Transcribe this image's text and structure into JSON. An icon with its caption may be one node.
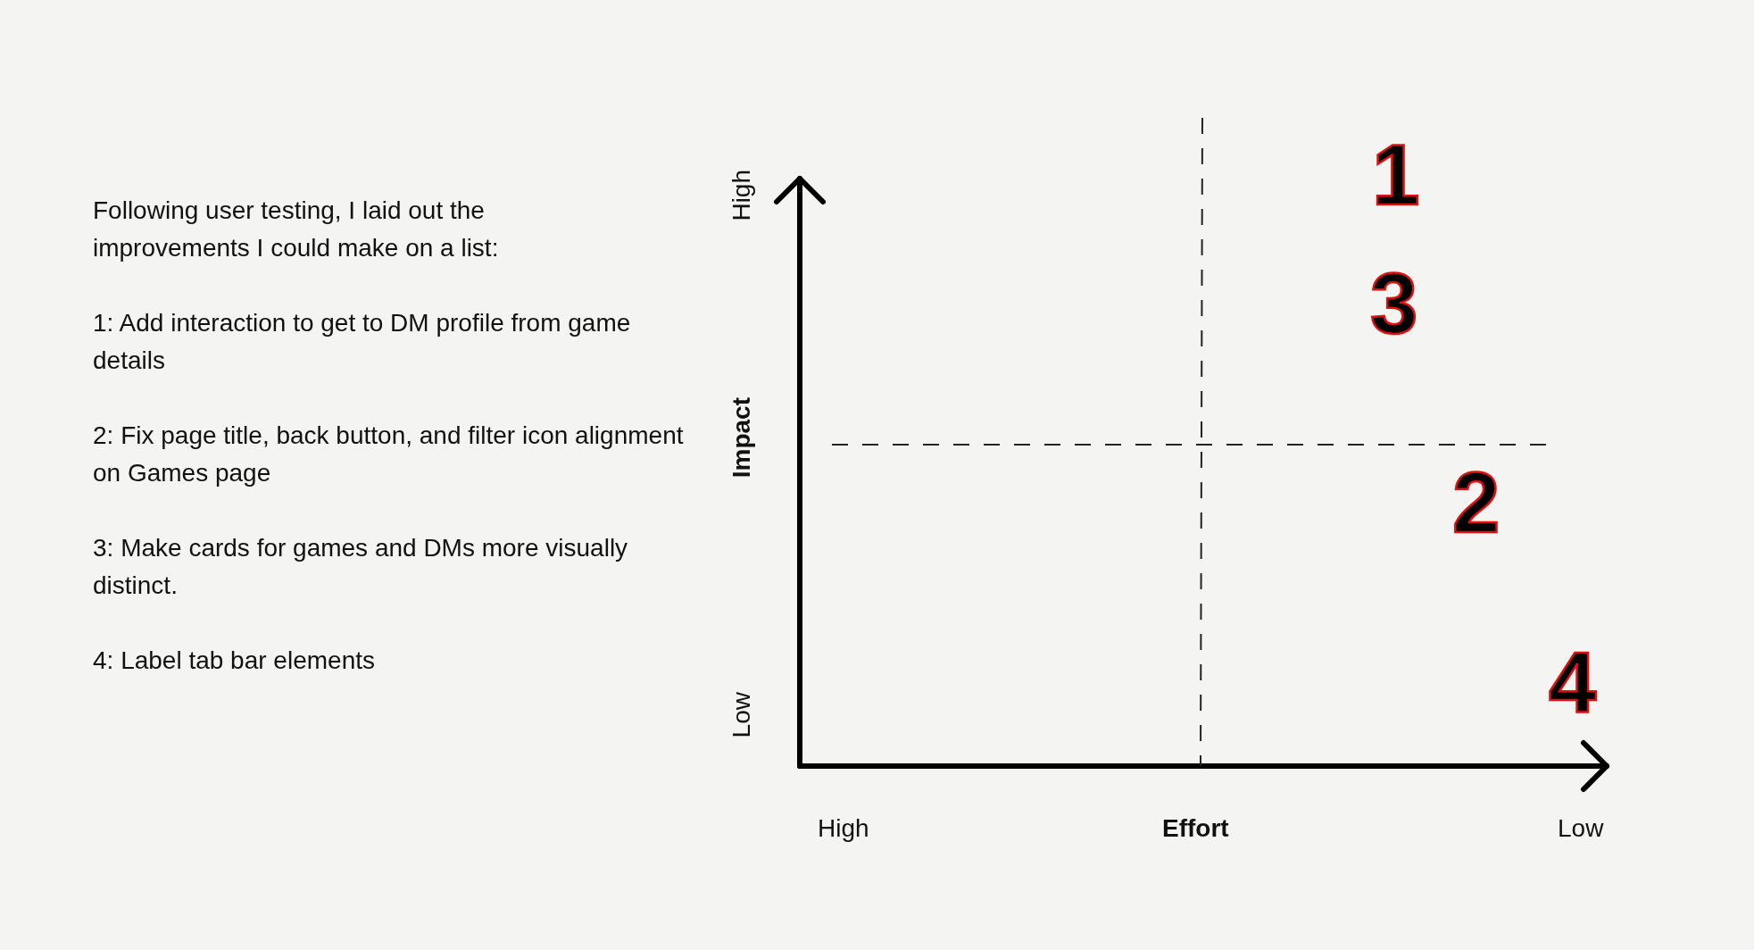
{
  "diagram": {
    "labels": [
      "Following user testing, I laid out the improvements I could make on a list:",
      "1: Add interaction to get to DM profile from game details",
      "2: Fix page title, back button, and filter icon alignment on Games page",
      "3: Make cards for games and DMs more visually distinct.",
      "4: Label tab bar elements",
      "High",
      "Impact",
      "Low",
      "1",
      "3",
      "2",
      "4",
      "High",
      "Effort",
      "Low"
    ]
  }
}
